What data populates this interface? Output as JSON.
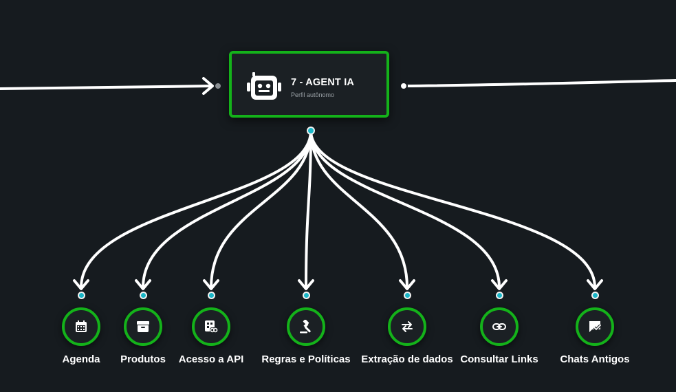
{
  "agent": {
    "title": "7 - AGENT IA",
    "subtitle": "Perfil autônomo",
    "icon": "robot-icon"
  },
  "colors": {
    "background": "#161b1f",
    "node_fill": "#1b2024",
    "accent": "#14b21a",
    "port": "#19b6c7"
  },
  "tools": [
    {
      "label": "Agenda",
      "icon": "calendar-icon"
    },
    {
      "label": "Produtos",
      "icon": "archive-box-icon"
    },
    {
      "label": "Acesso a API",
      "icon": "api-link-icon"
    },
    {
      "label": "Regras e Políticas",
      "icon": "gavel-icon"
    },
    {
      "label": "Extração de dados",
      "icon": "swap-arrows-icon"
    },
    {
      "label": "Consultar Links",
      "icon": "link-icon"
    },
    {
      "label": "Chats Antigos",
      "icon": "chat-check-icon"
    }
  ]
}
